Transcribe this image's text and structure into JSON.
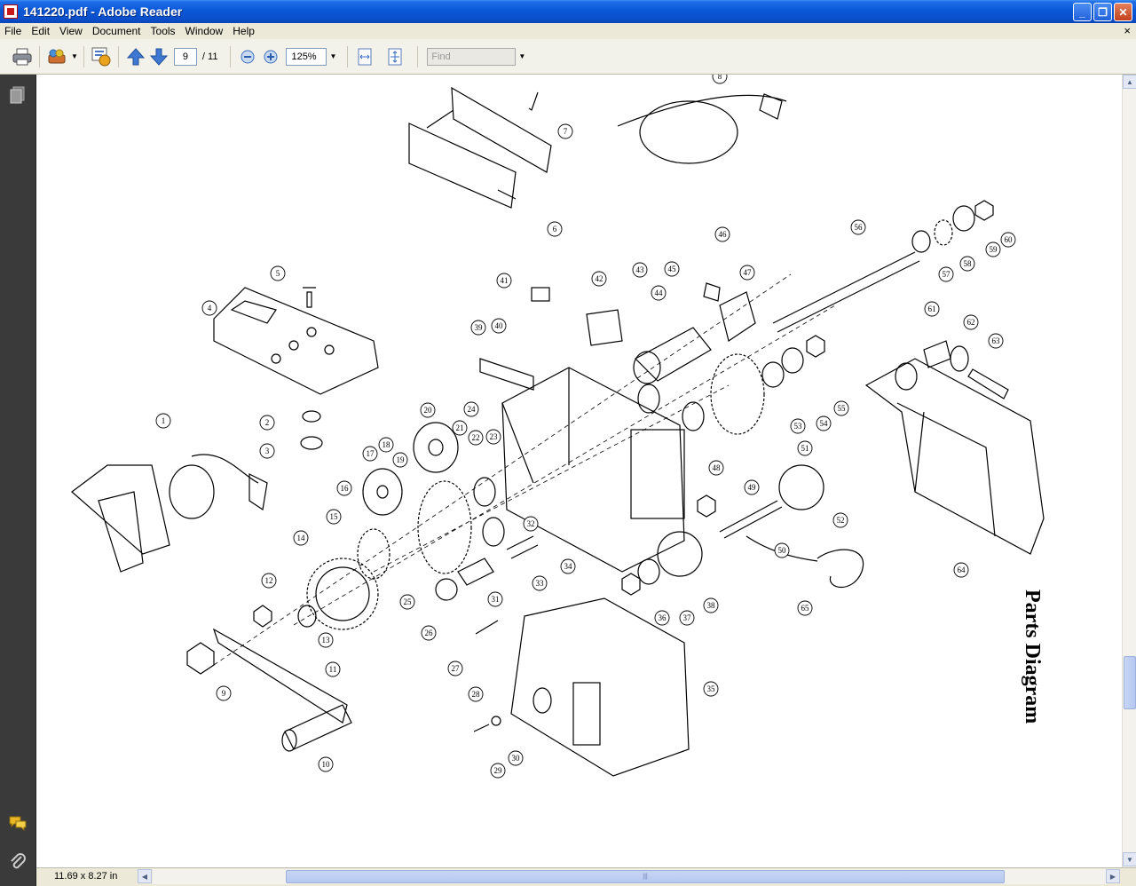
{
  "window": {
    "title": "141220.pdf - Adobe Reader",
    "minimize_label": "_",
    "maximize_label": "❐",
    "close_label": "✕"
  },
  "menu": {
    "items": [
      "File",
      "Edit",
      "View",
      "Document",
      "Tools",
      "Window",
      "Help"
    ],
    "doc_close": "×"
  },
  "toolbar": {
    "print_icon": "printer-icon",
    "page_current": "9",
    "page_total": "/ 11",
    "zoom": "125%",
    "find_placeholder": "Find"
  },
  "document": {
    "heading": "Parts Diagram",
    "callouts": [
      "1",
      "2",
      "3",
      "4",
      "5",
      "6",
      "7",
      "8",
      "9",
      "10",
      "11",
      "12",
      "13",
      "14",
      "15",
      "16",
      "17",
      "18",
      "19",
      "20",
      "21",
      "22",
      "23",
      "24",
      "25",
      "26",
      "27",
      "28",
      "29",
      "30",
      "31",
      "32",
      "33",
      "34",
      "35",
      "36",
      "37",
      "38",
      "39",
      "40",
      "41",
      "42",
      "43",
      "44",
      "45",
      "46",
      "47",
      "48",
      "49",
      "50",
      "51",
      "52",
      "53",
      "54",
      "55",
      "56",
      "57",
      "58",
      "59",
      "60",
      "61",
      "62",
      "63",
      "64",
      "65"
    ]
  },
  "status": {
    "page_size": "11.69 x 8.27 in"
  },
  "colors": {
    "titlebar": "#0a57d6",
    "menubar": "#ece9d8",
    "navpanel": "#3a3a3a"
  }
}
